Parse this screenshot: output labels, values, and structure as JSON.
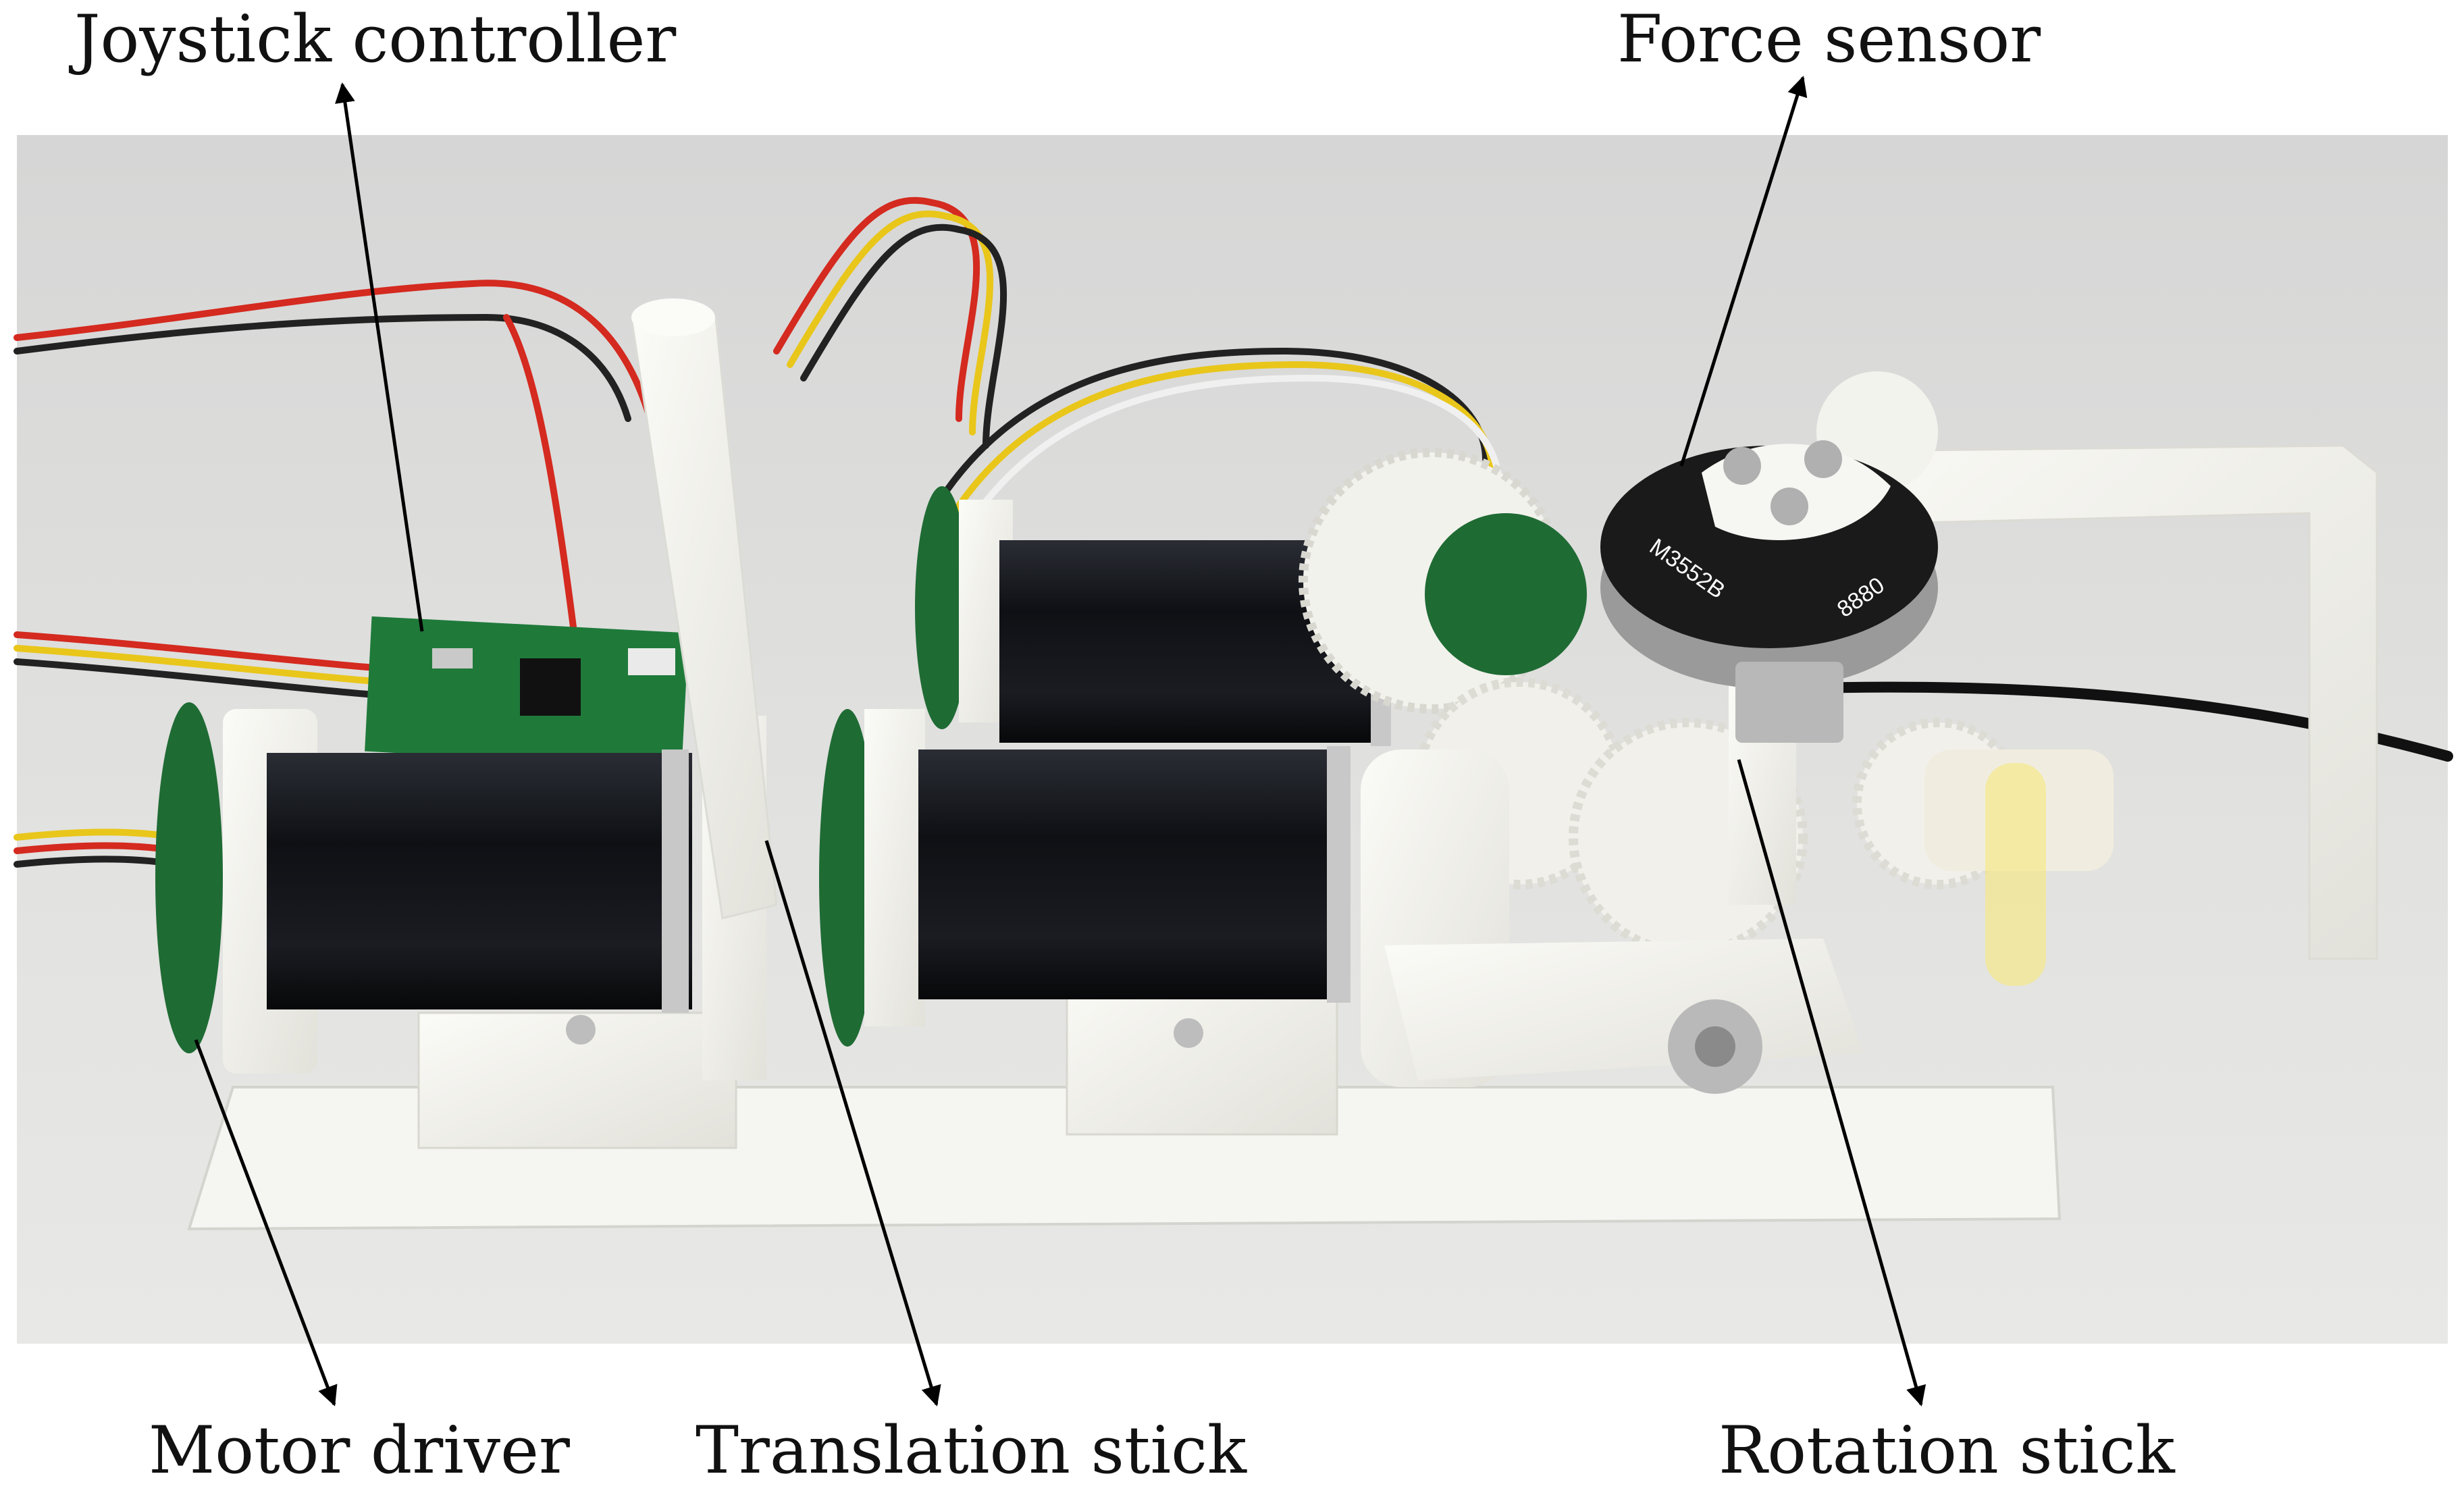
{
  "labels": {
    "joystick_controller": "Joystick controller",
    "force_sensor": "Force sensor",
    "motor_driver": "Motor driver",
    "translation_stick": "Translation stick",
    "rotation_stick": "Rotation stick"
  },
  "markings": {
    "sensor_model": "M3552B",
    "sensor_serial": "8880"
  },
  "colors": {
    "background": "#d8d8d6",
    "printed_parts": "#f4f3ee",
    "motor_body": "#15171c",
    "pcb": "#1f7a3a",
    "wire_red": "#d42a1f",
    "wire_yellow": "#e9c61a",
    "sensor_ring": "#1a1a1a"
  }
}
